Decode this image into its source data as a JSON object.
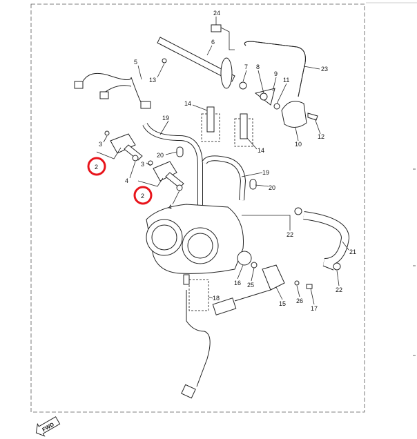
{
  "diagram": {
    "fwd_label": "FWD",
    "highlight_color": "#e8141b",
    "callouts": [
      {
        "id": "c24",
        "text": "24"
      },
      {
        "id": "c6",
        "text": "6"
      },
      {
        "id": "c5",
        "text": "5"
      },
      {
        "id": "c13",
        "text": "13"
      },
      {
        "id": "c7",
        "text": "7"
      },
      {
        "id": "c8",
        "text": "8"
      },
      {
        "id": "c9",
        "text": "9"
      },
      {
        "id": "c11",
        "text": "11"
      },
      {
        "id": "c23",
        "text": "23"
      },
      {
        "id": "c14a",
        "text": "14"
      },
      {
        "id": "c19a",
        "text": "19"
      },
      {
        "id": "c3a",
        "text": "3"
      },
      {
        "id": "c2a",
        "text": "2",
        "highlighted": true
      },
      {
        "id": "c4a",
        "text": "4"
      },
      {
        "id": "c20a",
        "text": "20"
      },
      {
        "id": "c3b",
        "text": "3"
      },
      {
        "id": "c2b",
        "text": "2",
        "highlighted": true
      },
      {
        "id": "c4b",
        "text": "4"
      },
      {
        "id": "c14b",
        "text": "14"
      },
      {
        "id": "c10",
        "text": "10"
      },
      {
        "id": "c12",
        "text": "12"
      },
      {
        "id": "c19b",
        "text": "19"
      },
      {
        "id": "c20b",
        "text": "20"
      },
      {
        "id": "c22a",
        "text": "22"
      },
      {
        "id": "c21",
        "text": "21"
      },
      {
        "id": "c16",
        "text": "16"
      },
      {
        "id": "c25",
        "text": "25"
      },
      {
        "id": "c22b",
        "text": "22"
      },
      {
        "id": "c26",
        "text": "26"
      },
      {
        "id": "c15",
        "text": "15"
      },
      {
        "id": "c17",
        "text": "17"
      },
      {
        "id": "c18",
        "text": "18"
      }
    ]
  }
}
